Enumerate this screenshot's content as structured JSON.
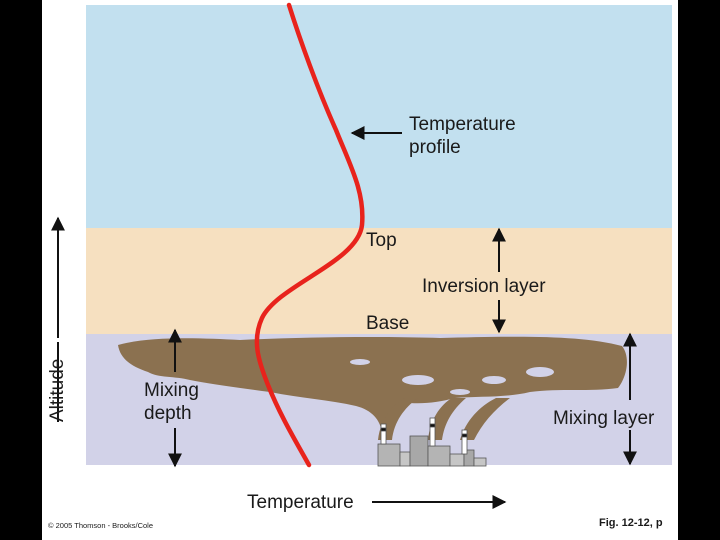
{
  "labels": {
    "temperature_profile_line1": "Temperature",
    "temperature_profile_line2": "profile",
    "top": "Top",
    "base": "Base",
    "inversion_layer": "Inversion layer",
    "mixing_depth_line1": "Mixing",
    "mixing_depth_line2": "depth",
    "mixing_layer": "Mixing layer",
    "altitude_axis": "Altitude",
    "temperature_axis": "Temperature",
    "copyright": "© 2005 Thomson - Brooks/Cole",
    "figure_ref": "Fig. 12-12, p"
  },
  "colors": {
    "background": "#000000",
    "sheet": "#ffffff",
    "sky_layer": "#c2e0ef",
    "inversion_band": "#f6e0c0",
    "mixing_band": "#d2d2e8",
    "temperature_curve": "#e8231c",
    "smog": "#8b7150",
    "factory": "#b4b4b4",
    "arrow": "#111111"
  },
  "icons": [
    "factory-smokestack-icon",
    "smog-plume-icon"
  ]
}
